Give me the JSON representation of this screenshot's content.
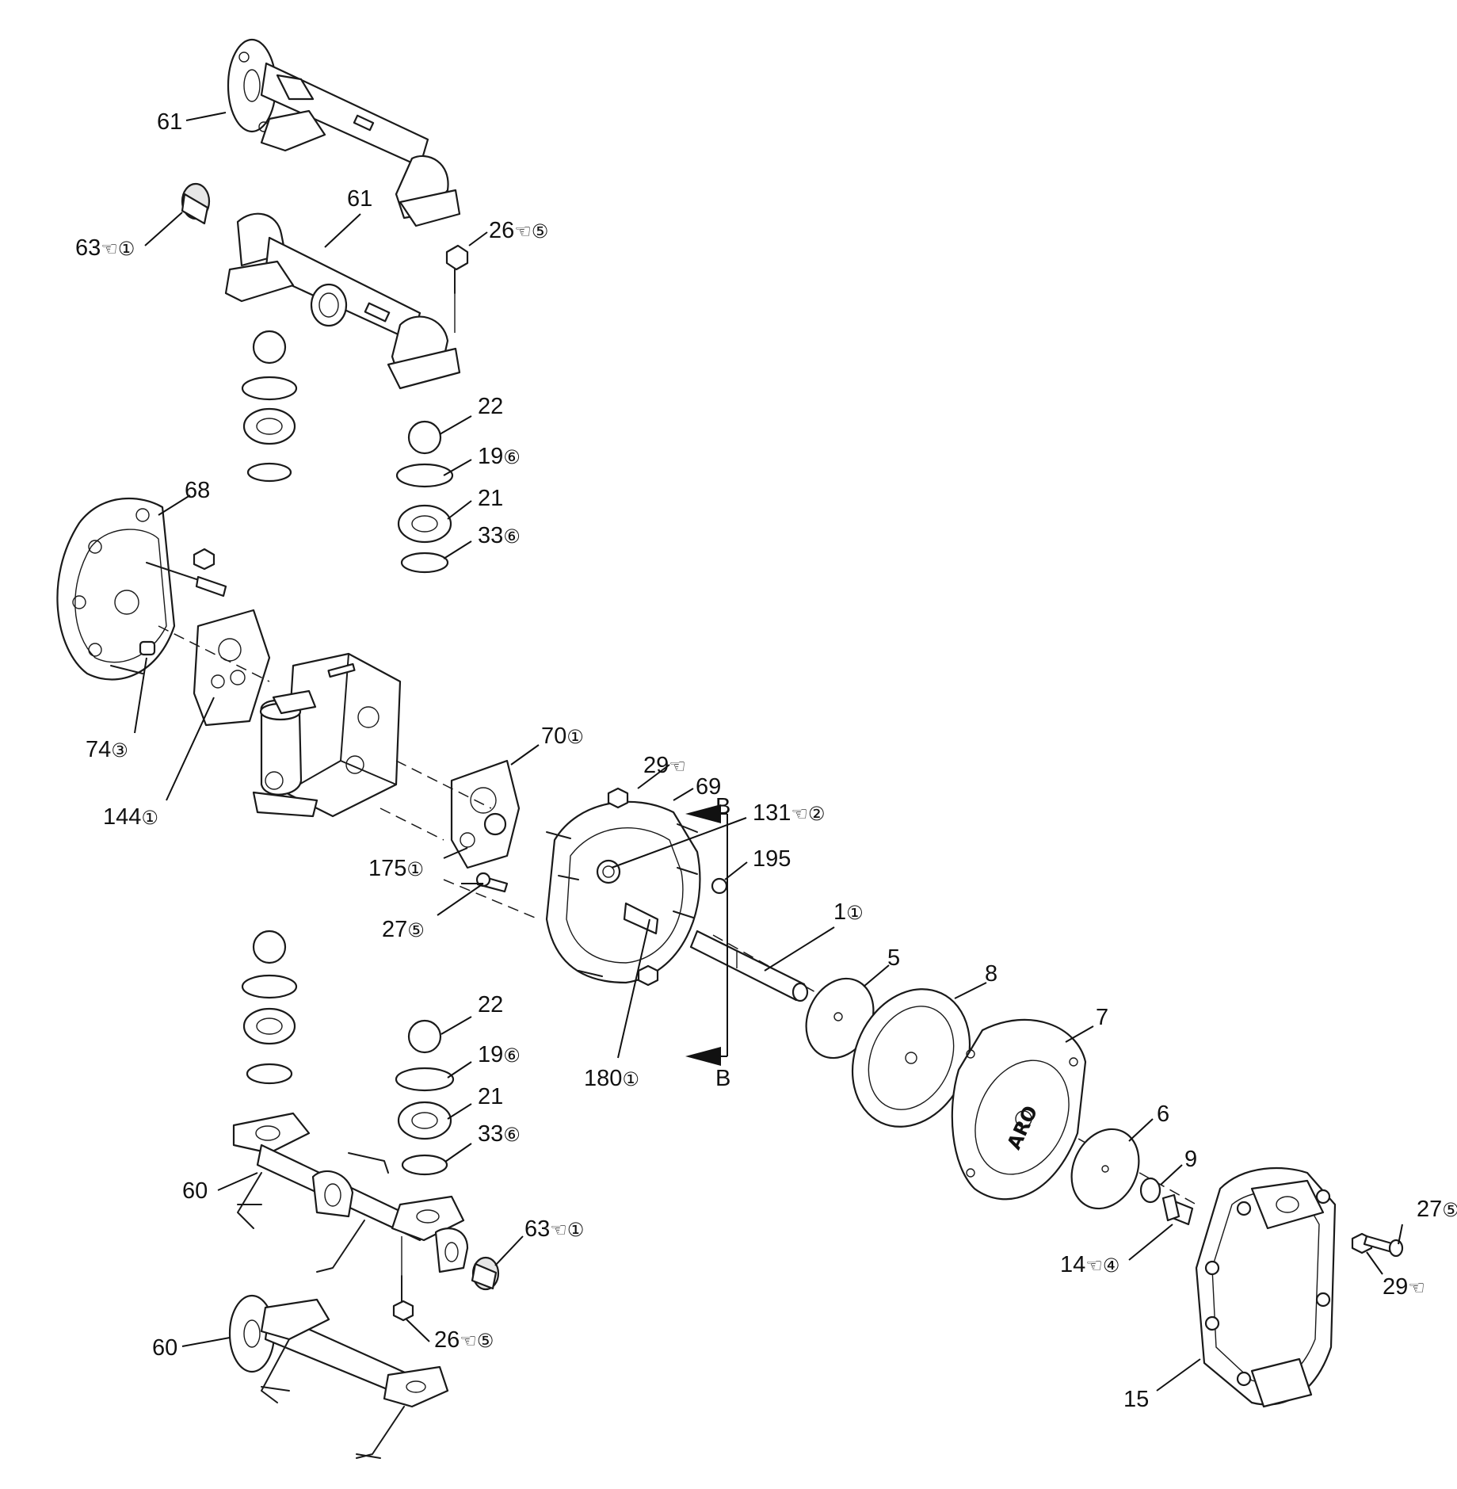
{
  "callouts": [
    {
      "id": "c61a",
      "num": "61",
      "suffix": ""
    },
    {
      "id": "c61b",
      "num": "61",
      "suffix": ""
    },
    {
      "id": "c63a",
      "num": "63",
      "suffix": "☜①"
    },
    {
      "id": "c26a",
      "num": "26",
      "suffix": "☜⑤"
    },
    {
      "id": "c22a",
      "num": "22",
      "suffix": ""
    },
    {
      "id": "c19a",
      "num": "19",
      "suffix": "⑥"
    },
    {
      "id": "c21a",
      "num": "21",
      "suffix": ""
    },
    {
      "id": "c33a",
      "num": "33",
      "suffix": "⑥"
    },
    {
      "id": "c68",
      "num": "68",
      "suffix": ""
    },
    {
      "id": "c74",
      "num": "74",
      "suffix": "③"
    },
    {
      "id": "c144",
      "num": "144",
      "suffix": "①"
    },
    {
      "id": "c70",
      "num": "70",
      "suffix": "①"
    },
    {
      "id": "c29a",
      "num": "29",
      "suffix": "☜"
    },
    {
      "id": "c69",
      "num": "69",
      "suffix": ""
    },
    {
      "id": "cB1",
      "num": "B",
      "suffix": ""
    },
    {
      "id": "c131",
      "num": "131",
      "suffix": "☜②"
    },
    {
      "id": "c195",
      "num": "195",
      "suffix": ""
    },
    {
      "id": "c175",
      "num": "175",
      "suffix": "①"
    },
    {
      "id": "c27a",
      "num": "27",
      "suffix": "⑤"
    },
    {
      "id": "c1",
      "num": "1",
      "suffix": "①"
    },
    {
      "id": "c5",
      "num": "5",
      "suffix": ""
    },
    {
      "id": "c8",
      "num": "8",
      "suffix": ""
    },
    {
      "id": "c22b",
      "num": "22",
      "suffix": ""
    },
    {
      "id": "c19b",
      "num": "19",
      "suffix": "⑥"
    },
    {
      "id": "c7",
      "num": "7",
      "suffix": ""
    },
    {
      "id": "c180",
      "num": "180",
      "suffix": "①"
    },
    {
      "id": "cB2",
      "num": "B",
      "suffix": ""
    },
    {
      "id": "c21b",
      "num": "21",
      "suffix": ""
    },
    {
      "id": "c33b",
      "num": "33",
      "suffix": "⑥"
    },
    {
      "id": "c6",
      "num": "6",
      "suffix": ""
    },
    {
      "id": "c9",
      "num": "9",
      "suffix": ""
    },
    {
      "id": "c60a",
      "num": "60",
      "suffix": ""
    },
    {
      "id": "c27b",
      "num": "27",
      "suffix": "⑤"
    },
    {
      "id": "c63b",
      "num": "63",
      "suffix": "☜①"
    },
    {
      "id": "c14",
      "num": "14",
      "suffix": "☜④"
    },
    {
      "id": "c29b",
      "num": "29",
      "suffix": "☜"
    },
    {
      "id": "c60b",
      "num": "60",
      "suffix": ""
    },
    {
      "id": "c26b",
      "num": "26",
      "suffix": "☜⑤"
    },
    {
      "id": "c15",
      "num": "15",
      "suffix": ""
    }
  ],
  "housing_logo": "ARO"
}
